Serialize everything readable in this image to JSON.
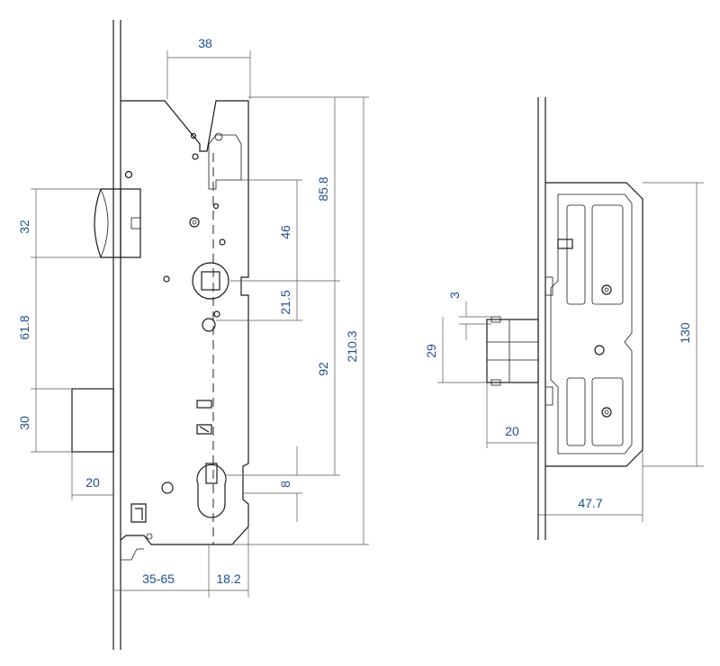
{
  "colors": {
    "line": "#1a1a1a",
    "dimension_text": "#1f4f8f"
  },
  "dimensions": {
    "backset_top": "38",
    "follower_to_top": "85.8",
    "latch_to_follower": "46",
    "follower_offset": "21.5",
    "total_height": "210.3",
    "follower_to_cylinder": "92",
    "cylinder_offset": "8",
    "latch_height": "32",
    "latch_to_deadbolt": "61.8",
    "deadbolt_height": "30",
    "bolt_projection": "20",
    "backset_range": "35-65",
    "faceplate_to_cylinder": "18.2",
    "keep_latch_offset": "3",
    "keep_latch_height": "29",
    "keep_projection": "20",
    "keep_height": "130",
    "keep_depth": "47.7"
  }
}
